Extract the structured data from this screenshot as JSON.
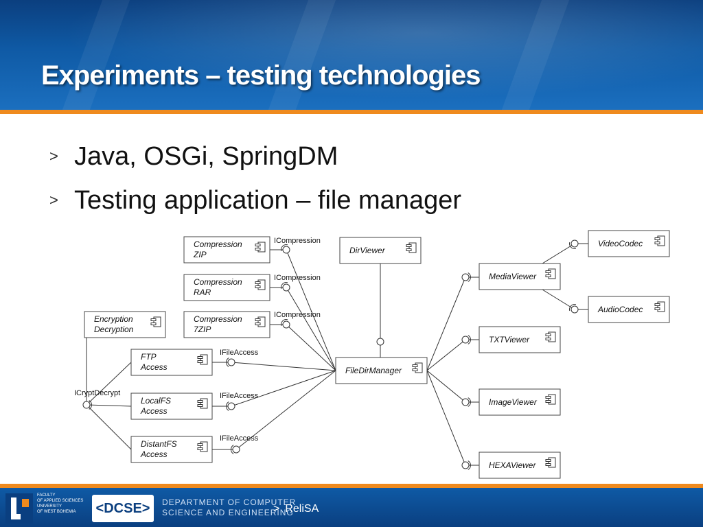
{
  "header": {
    "title": "Experiments – testing technologies"
  },
  "bullets": [
    {
      "marker": ">",
      "text": "Java, OSGi, SpringDM"
    },
    {
      "marker": ">",
      "text": "Testing application – file manager"
    }
  ],
  "diagram": {
    "components": [
      {
        "id": "compzip",
        "lines": [
          "Compression",
          "ZIP"
        ]
      },
      {
        "id": "comprar",
        "lines": [
          "Compression",
          "RAR"
        ]
      },
      {
        "id": "comp7zip",
        "lines": [
          "Compression",
          "7ZIP"
        ]
      },
      {
        "id": "encdec",
        "lines": [
          "Encryption",
          "Decryption"
        ]
      },
      {
        "id": "ftp",
        "lines": [
          "FTP",
          "Access"
        ]
      },
      {
        "id": "localfs",
        "lines": [
          "LocalFS",
          "Access"
        ]
      },
      {
        "id": "distantfs",
        "lines": [
          "DistantFS",
          "Access"
        ]
      },
      {
        "id": "dirviewer",
        "lines": [
          "DirViewer"
        ]
      },
      {
        "id": "filedirmanager",
        "lines": [
          "FileDirManager"
        ]
      },
      {
        "id": "mediaviewer",
        "lines": [
          "MediaViewer"
        ]
      },
      {
        "id": "videocodec",
        "lines": [
          "VideoCodec"
        ]
      },
      {
        "id": "audiocodec",
        "lines": [
          "AudioCodec"
        ]
      },
      {
        "id": "txtviewer",
        "lines": [
          "TXTViewer"
        ]
      },
      {
        "id": "imageviewer",
        "lines": [
          "ImageViewer"
        ]
      },
      {
        "id": "hexaviewer",
        "lines": [
          "HEXAViewer"
        ]
      }
    ],
    "interfaces": [
      {
        "id": "icomp1",
        "label": "ICompression"
      },
      {
        "id": "icomp2",
        "label": "ICompression"
      },
      {
        "id": "icomp3",
        "label": "ICompression"
      },
      {
        "id": "ifile1",
        "label": "IFileAccess"
      },
      {
        "id": "ifile2",
        "label": "IFileAccess"
      },
      {
        "id": "ifile3",
        "label": "IFileAccess"
      },
      {
        "id": "icrypt",
        "label": "ICryptDecrypt"
      }
    ]
  },
  "footer": {
    "faculty_lines": [
      "FACULTY",
      "OF APPLIED SCIENCES",
      "UNIVERSITY",
      "OF WEST BOHEMIA"
    ],
    "dcse_logo": "<DCSE>",
    "department_lines": [
      "DEPARTMENT OF COMPUTER",
      "SCIENCE AND ENGINEERING"
    ],
    "marker": ">",
    "project": "ReliSA"
  },
  "colors": {
    "orange": "#ef8a1e",
    "header_blue": "#0f5aa5",
    "footer_blue": "#0a3f80"
  }
}
